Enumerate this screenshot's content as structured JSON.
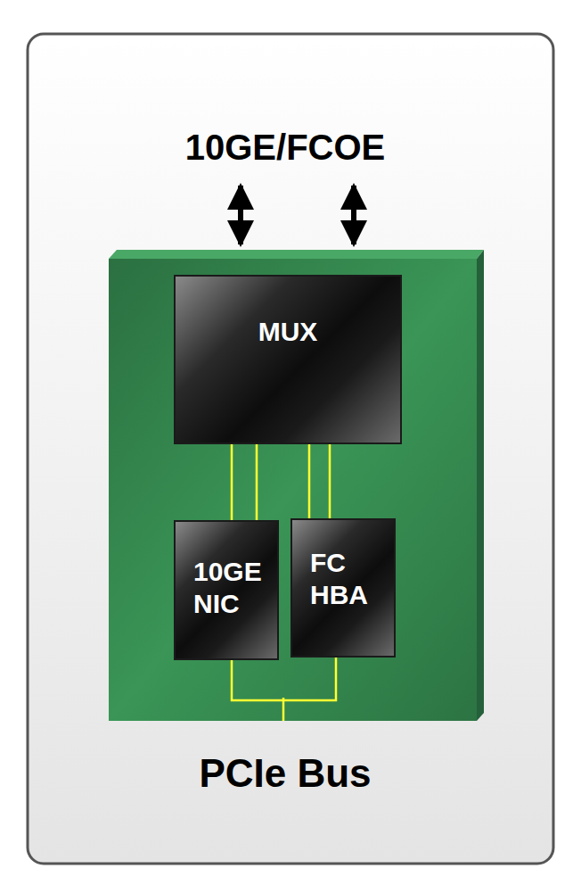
{
  "diagram": {
    "nodes": [
      {
        "text": [
          "MUX"
        ]
      },
      {
        "text": [
          "10GE NIC"
        ]
      },
      {
        "text": [
          "FC HBA"
        ]
      }
    ],
    "edges": [
      {
        "from": 0,
        "to": 1,
        "arrow": "none"
      },
      {
        "from": 0,
        "to": 2,
        "arrow": "none"
      },
      {
        "from": 1,
        "to": 2,
        "arrow": "none"
      }
    ],
    "labels": [
      "10GE/FCOE",
      "PCIe Bus"
    ]
  }
}
